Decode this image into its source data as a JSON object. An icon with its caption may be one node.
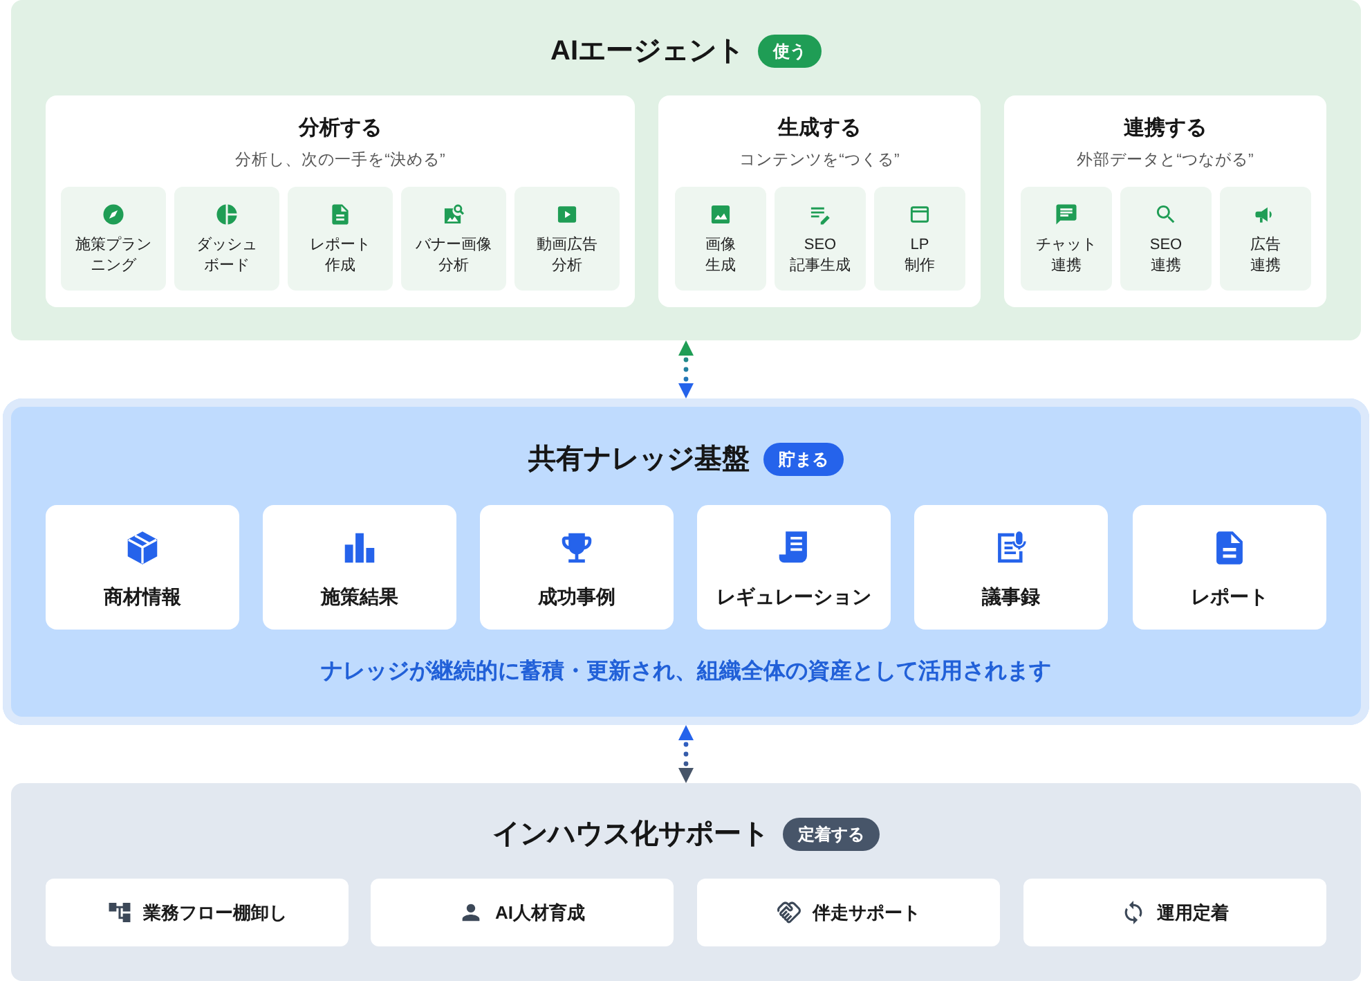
{
  "diagram": {
    "nodes": [
      {
        "text": [
          "AIエージェント",
          "使う"
        ]
      },
      {
        "text": [
          "分析する",
          "分析し、次の一手を“決める”"
        ],
        "in": 0
      },
      {
        "text": [
          "施策プランニング"
        ],
        "in": 1
      },
      {
        "text": [
          "ダッシュボード"
        ],
        "in": 1
      },
      {
        "text": [
          "レポート作成"
        ],
        "in": 1
      },
      {
        "text": [
          "バナー画像分析"
        ],
        "in": 1
      },
      {
        "text": [
          "動画広告分析"
        ],
        "in": 1
      },
      {
        "text": [
          "生成する",
          "コンテンツを“つくる”"
        ],
        "in": 0
      },
      {
        "text": [
          "画像生成"
        ],
        "in": 7
      },
      {
        "text": [
          "SEO記事生成"
        ],
        "in": 7
      },
      {
        "text": [
          "LP制作"
        ],
        "in": 7
      },
      {
        "text": [
          "連携する",
          "外部データと“つながる”"
        ],
        "in": 0
      },
      {
        "text": [
          "チャット連携"
        ],
        "in": 11
      },
      {
        "text": [
          "SEO連携"
        ],
        "in": 11
      },
      {
        "text": [
          "広告連携"
        ],
        "in": 11
      },
      {
        "text": [
          "共有ナレッジ基盤",
          "貯まる",
          "ナレッジが継続的に蓄積・更新され、組織全体の資産として活用されます"
        ]
      },
      {
        "text": [
          "商材情報"
        ],
        "in": 15
      },
      {
        "text": [
          "施策結果"
        ],
        "in": 15
      },
      {
        "text": [
          "成功事例"
        ],
        "in": 15
      },
      {
        "text": [
          "レギュレーション"
        ],
        "in": 15
      },
      {
        "text": [
          "議事録"
        ],
        "in": 15
      },
      {
        "text": [
          "レポート"
        ],
        "in": 15
      },
      {
        "text": [
          "インハウス化サポート",
          "定着する"
        ]
      },
      {
        "text": [
          "業務フロー棚卸し"
        ],
        "in": 22
      },
      {
        "text": [
          "AI人材育成"
        ],
        "in": 22
      },
      {
        "text": [
          "伴走サポート"
        ],
        "in": 22
      },
      {
        "text": [
          "運用定着"
        ],
        "in": 22
      }
    ],
    "edges": [
      {
        "from": 0,
        "to": 15,
        "arrow": "both",
        "style": "dashed"
      },
      {
        "from": 15,
        "to": 22,
        "arrow": "both",
        "style": "dashed"
      }
    ]
  }
}
